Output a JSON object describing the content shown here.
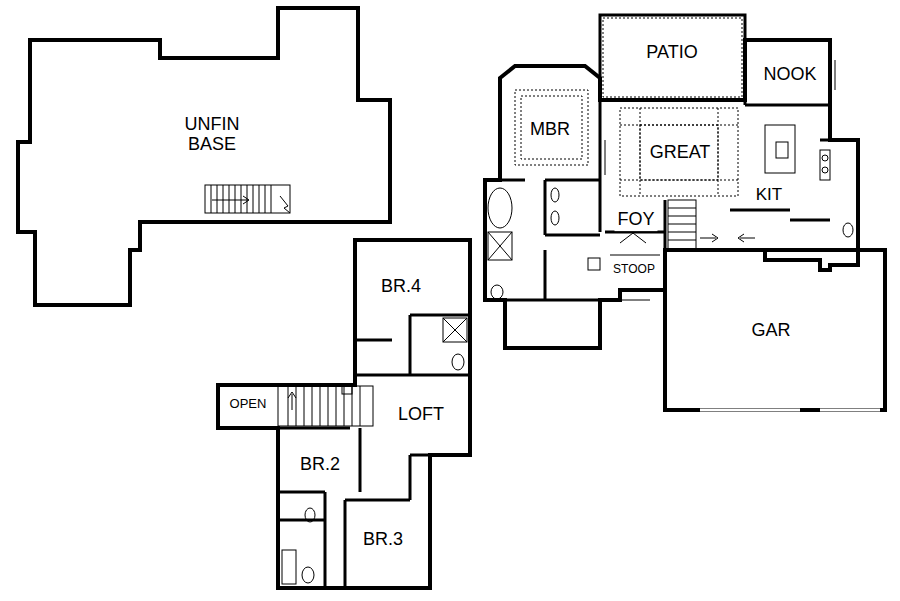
{
  "diagram": {
    "labels": [
      "UNFIN BASE",
      "BR.4",
      "OPEN",
      "LOFT",
      "BR.2",
      "BR.3",
      "PATIO",
      "NOOK",
      "MBR",
      "GREAT",
      "KIT",
      "FOY",
      "STOOP",
      "GAR"
    ]
  }
}
